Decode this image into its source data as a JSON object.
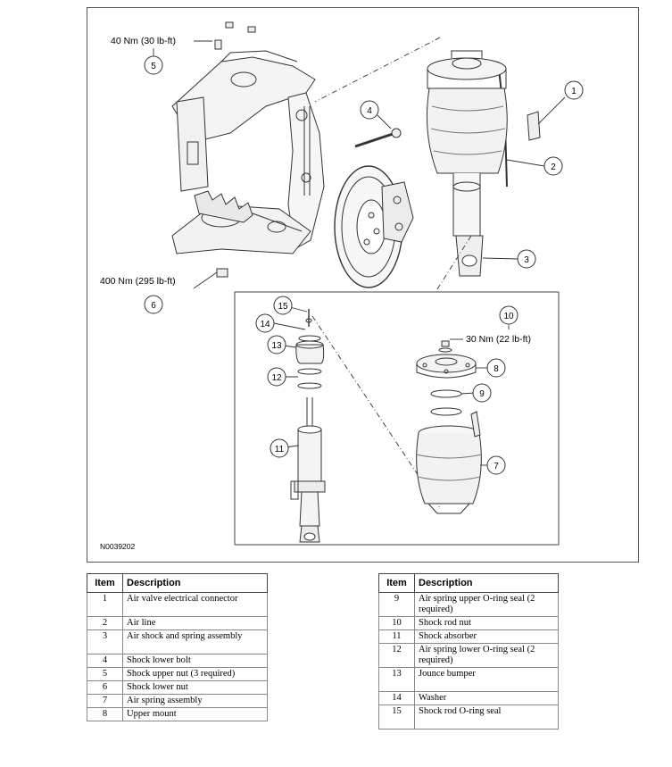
{
  "figure": {
    "id_label": "N0039202",
    "torque_labels": {
      "item5": "40 Nm (30 lb-ft)",
      "item6": "400 Nm (295 lb-ft)",
      "item10": "30 Nm (22 lb-ft)"
    },
    "callouts": [
      "1",
      "2",
      "3",
      "4",
      "5",
      "6",
      "7",
      "8",
      "9",
      "10",
      "11",
      "12",
      "13",
      "14",
      "15"
    ]
  },
  "legend_left": {
    "header_item": "Item",
    "header_desc": "Description",
    "rows": [
      {
        "item": "1",
        "desc": "Air valve electrical connector"
      },
      {
        "item": "2",
        "desc": "Air line"
      },
      {
        "item": "3",
        "desc": "Air shock and spring assembly"
      },
      {
        "item": "4",
        "desc": "Shock lower bolt"
      },
      {
        "item": "5",
        "desc": "Shock upper nut (3 required)"
      },
      {
        "item": "6",
        "desc": "Shock lower nut"
      },
      {
        "item": "7",
        "desc": "Air spring assembly"
      },
      {
        "item": "8",
        "desc": "Upper mount"
      }
    ]
  },
  "legend_right": {
    "header_item": "Item",
    "header_desc": "Description",
    "rows": [
      {
        "item": "9",
        "desc": "Air spring upper O-ring seal (2 required)"
      },
      {
        "item": "10",
        "desc": "Shock rod nut"
      },
      {
        "item": "11",
        "desc": "Shock absorber"
      },
      {
        "item": "12",
        "desc": "Air spring lower O-ring seal (2 required)"
      },
      {
        "item": "13",
        "desc": "Jounce bumper"
      },
      {
        "item": "14",
        "desc": "Washer"
      },
      {
        "item": "15",
        "desc": "Shock rod O-ring seal"
      }
    ]
  }
}
